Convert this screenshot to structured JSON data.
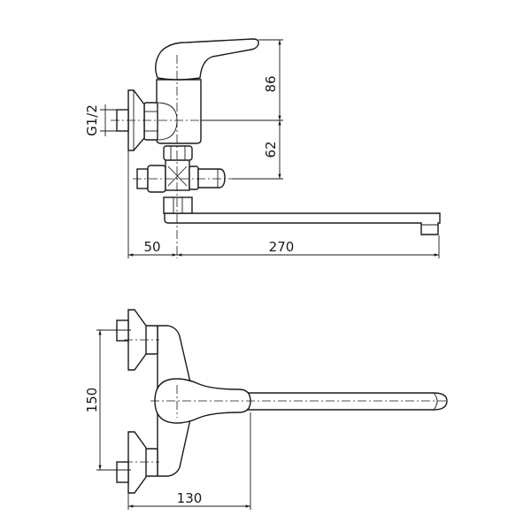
{
  "drawing": {
    "top_view": {
      "dims": {
        "thread": "G1/2",
        "height_upper": "86",
        "height_lower": "62",
        "offset_wall": "50",
        "spout_reach": "270"
      }
    },
    "front_view": {
      "dims": {
        "inlet_spacing": "150",
        "depth": "130"
      }
    },
    "colors": {
      "line": "#1a1a1a",
      "background": "#ffffff"
    }
  }
}
